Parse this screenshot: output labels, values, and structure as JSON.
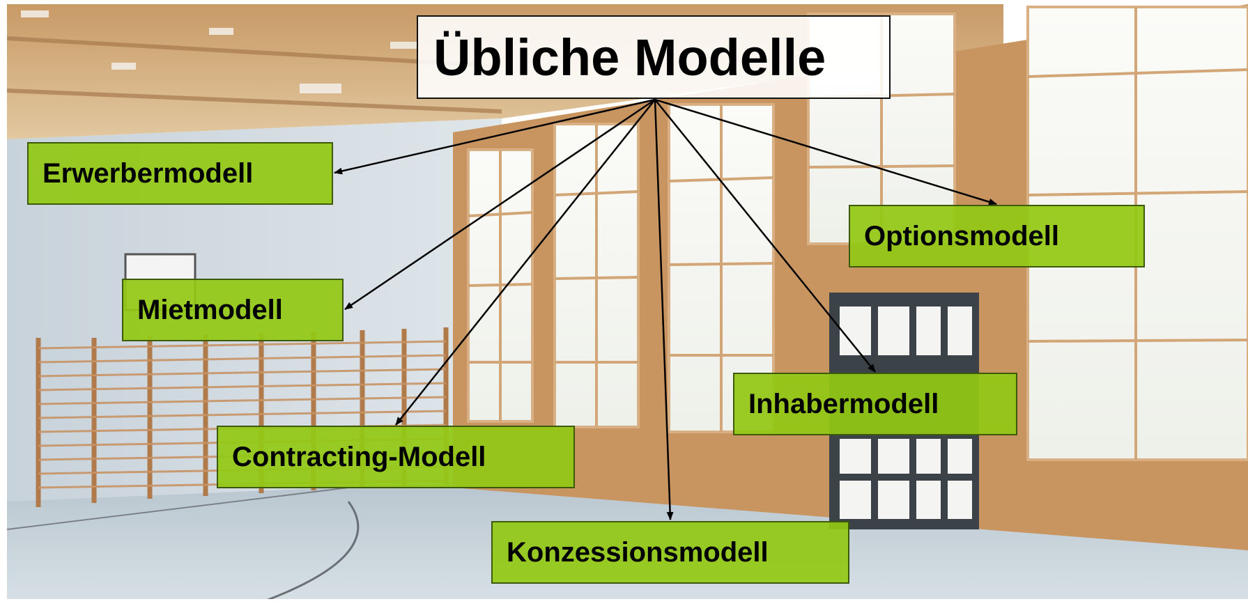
{
  "diagram": {
    "title": "Übliche Modelle",
    "nodes": [
      {
        "id": "erwerbermodell",
        "label": "Erwerbermodell"
      },
      {
        "id": "mietmodell",
        "label": "Mietmodell"
      },
      {
        "id": "contracting-modell",
        "label": "Contracting-Modell"
      },
      {
        "id": "konzessionsmodell",
        "label": "Konzessionsmodell"
      },
      {
        "id": "inhabermodell",
        "label": "Inhabermodell"
      },
      {
        "id": "optionsmodell",
        "label": "Optionsmodell"
      }
    ],
    "edges": [
      {
        "from": "title",
        "to": "erwerbermodell"
      },
      {
        "from": "title",
        "to": "mietmodell"
      },
      {
        "from": "title",
        "to": "contracting-modell"
      },
      {
        "from": "title",
        "to": "konzessionsmodell"
      },
      {
        "from": "title",
        "to": "inhabermodell"
      },
      {
        "from": "title",
        "to": "optionsmodell"
      }
    ],
    "colors": {
      "node_fill": "#92c814",
      "node_border": "#3d5a0a",
      "title_fill": "#ffffff",
      "arrow": "#000000"
    },
    "background": "gymnasium-interior-photo"
  }
}
